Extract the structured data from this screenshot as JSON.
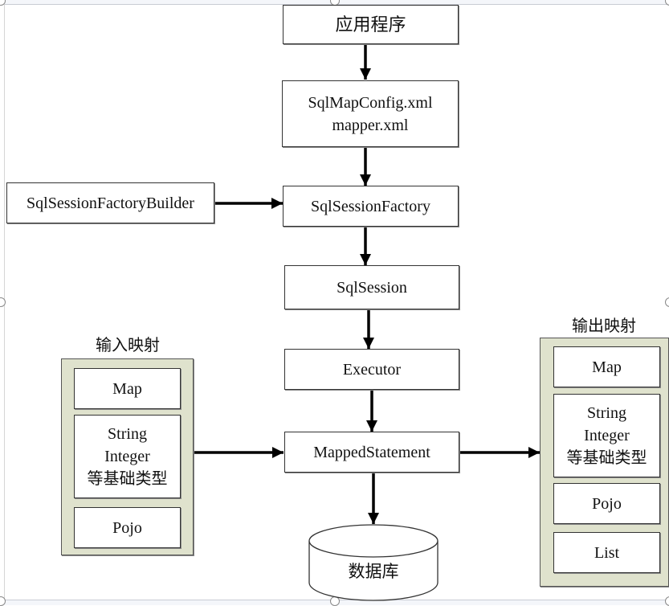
{
  "diagram": {
    "nodes": {
      "app": "应用程序",
      "config_line1": "SqlMapConfig.xml",
      "config_line2": "mapper.xml",
      "builder": "SqlSessionFactoryBuilder",
      "factory": "SqlSessionFactory",
      "session": "SqlSession",
      "executor": "Executor",
      "mapped_statement": "MappedStatement",
      "database": "数据库"
    },
    "input_mapping": {
      "title": "输入映射",
      "items": [
        {
          "lines": [
            "Map"
          ]
        },
        {
          "lines": [
            "String",
            "Integer",
            "等基础类型"
          ]
        },
        {
          "lines": [
            "Pojo"
          ]
        }
      ]
    },
    "output_mapping": {
      "title": "输出映射",
      "items": [
        {
          "lines": [
            "Map"
          ]
        },
        {
          "lines": [
            "String",
            "Integer",
            "等基础类型"
          ]
        },
        {
          "lines": [
            "Pojo"
          ]
        },
        {
          "lines": [
            "List"
          ]
        }
      ]
    },
    "edges": [
      [
        "app",
        "config"
      ],
      [
        "config",
        "factory"
      ],
      [
        "builder",
        "factory"
      ],
      [
        "factory",
        "session"
      ],
      [
        "session",
        "executor"
      ],
      [
        "executor",
        "mapped_statement"
      ],
      [
        "input_mapping",
        "mapped_statement"
      ],
      [
        "mapped_statement",
        "output_mapping"
      ],
      [
        "mapped_statement",
        "database"
      ]
    ],
    "colors": {
      "panel_fill": "#dfe2cd",
      "stroke": "#000000"
    }
  }
}
